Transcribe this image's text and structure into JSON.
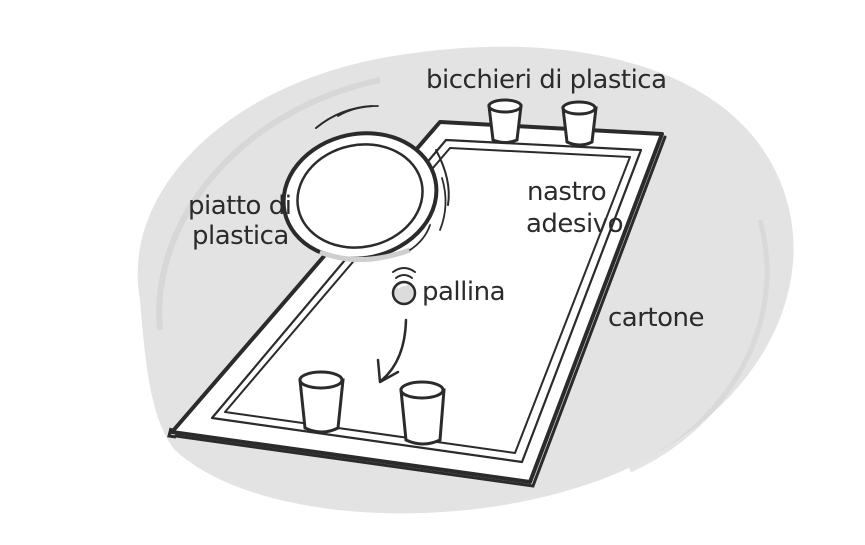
{
  "labels": {
    "cups": "bicchieri di plastica",
    "plate_line1": "piatto di",
    "plate_line2": "plastica",
    "tape_line1": "nastro",
    "tape_line2": "adesivo",
    "ball": "pallina",
    "board": "cartone"
  },
  "colors": {
    "background_blob": "#e3e3e3",
    "ink": "#2b2b2b",
    "paper": "#ffffff",
    "ball": "#dcdcdc"
  }
}
